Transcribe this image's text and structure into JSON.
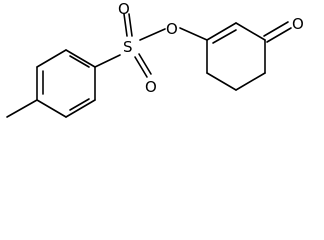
{
  "molecule": {
    "atoms": {
      "sulfur": "S",
      "oxygen_top": "O",
      "oxygen_bottom": "O",
      "oxygen_ester": "O",
      "oxygen_ketone": "O"
    },
    "colors": {
      "bond": "#000000",
      "label": "#000000",
      "background": "#ffffff"
    }
  }
}
